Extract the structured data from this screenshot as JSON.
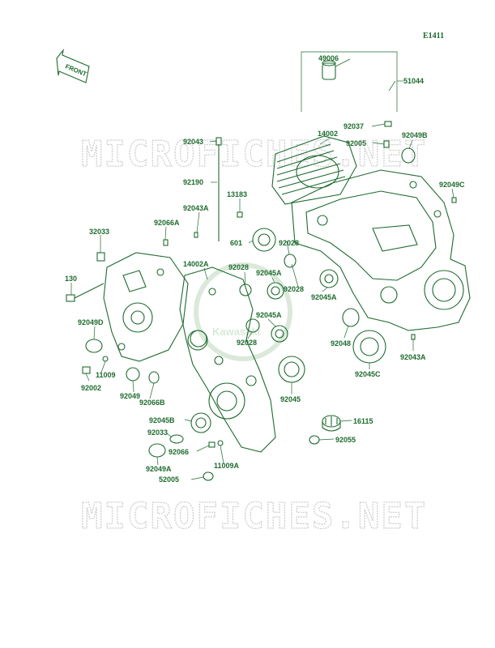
{
  "diagram_code": "E1411",
  "front_label": "FRONT",
  "watermark": "MICROFICHES.NET",
  "logo_text": "Kawasaki",
  "accent_color": "#1e6b2e",
  "parts": [
    "49006",
    "51044",
    "92037",
    "92049B",
    "14002",
    "92005",
    "92043",
    "92049C",
    "92190",
    "13183",
    "92043A",
    "32033",
    "92066A",
    "601",
    "92028",
    "14002A",
    "130",
    "92028",
    "92045A",
    "92028",
    "92045A",
    "92049D",
    "92045A",
    "92048",
    "92028",
    "92043A",
    "11009",
    "92002",
    "92049",
    "92066B",
    "92045",
    "92045C",
    "92045B",
    "16115",
    "92033",
    "92055",
    "92066",
    "11009A",
    "92049A",
    "52005"
  ]
}
